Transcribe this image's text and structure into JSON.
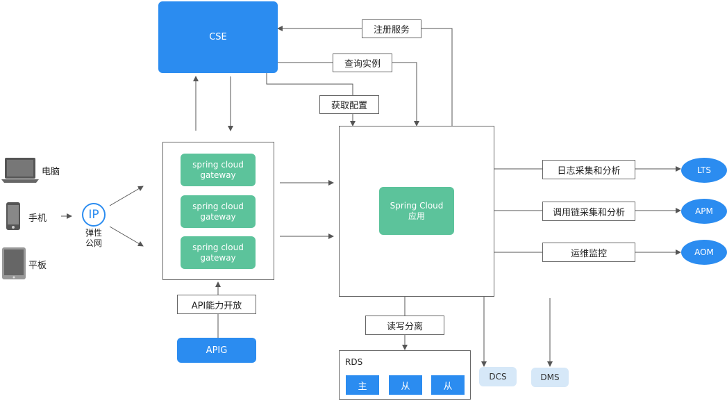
{
  "devices": [
    {
      "label": "电脑",
      "icon": "laptop-icon"
    },
    {
      "label": "手机",
      "icon": "phone-icon"
    },
    {
      "label": "平板",
      "icon": "tablet-icon"
    }
  ],
  "eip": {
    "glyph": "IP",
    "label": "弹性\n公网"
  },
  "cse": {
    "label": "CSE"
  },
  "gateways": [
    "spring cloud\ngateway",
    "spring cloud\ngateway",
    "spring cloud\ngateway"
  ],
  "app": {
    "label": "Spring Cloud\n应用"
  },
  "apig": {
    "label": "APIG",
    "open_label": "API能力开放"
  },
  "edges": {
    "register": "注册服务",
    "query": "查询实例",
    "config": "获取配置",
    "rw_split": "读写分离",
    "logs": "日志采集和分析",
    "trace": "调用链采集和分析",
    "ops": "运维监控"
  },
  "services": {
    "lts": "LTS",
    "apm": "APM",
    "aom": "AOM",
    "dcs": "DCS",
    "dms": "DMS"
  },
  "rds": {
    "title": "RDS",
    "nodes": [
      "主",
      "从",
      "从"
    ]
  },
  "colors": {
    "blue": "#2b8cf0",
    "green": "#5cc39b",
    "light": "#d6e8f8"
  }
}
